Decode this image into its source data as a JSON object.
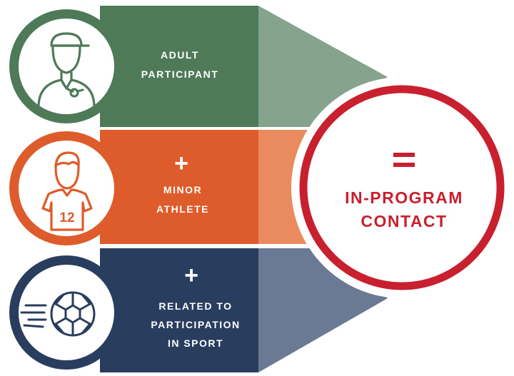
{
  "colors": {
    "green": "#4e7a58",
    "green_light": "#86a38d",
    "orange": "#de5b2b",
    "orange_light": "#e98a5f",
    "navy": "#293d5e",
    "navy_light": "#6a7994",
    "red": "#c8202f",
    "white": "#ffffff"
  },
  "rows": [
    {
      "icon": "coach-with-whistle-icon",
      "operator": "",
      "label_lines": [
        "ADULT",
        "PARTICIPANT"
      ]
    },
    {
      "icon": "child-athlete-jersey-icon",
      "operator": "+",
      "jersey_number": "12",
      "label_lines": [
        "MINOR",
        "ATHLETE"
      ]
    },
    {
      "icon": "moving-ball-icon",
      "operator": "+",
      "label_lines": [
        "RELATED TO",
        "PARTICIPATION",
        "IN SPORT"
      ]
    }
  ],
  "result": {
    "operator": "=",
    "label_lines": [
      "IN-PROGRAM",
      "CONTACT"
    ]
  }
}
